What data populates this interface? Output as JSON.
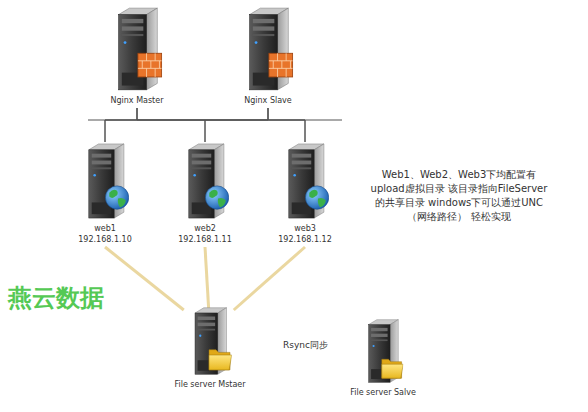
{
  "diagram": {
    "nodes": [
      {
        "text": [
          "Nginx Master"
        ]
      },
      {
        "text": [
          "Nginx Slave"
        ]
      },
      {
        "text": [
          "web1",
          "192.168.1.10"
        ]
      },
      {
        "text": [
          "web2",
          "192.168.1.11"
        ]
      },
      {
        "text": [
          "web3",
          "192.168.1.12"
        ]
      },
      {
        "text": [
          "File server Mstaer"
        ]
      },
      {
        "text": [
          "File server Salve"
        ]
      }
    ],
    "edges": [
      {
        "from": 0,
        "to": 2,
        "arrow": "none"
      },
      {
        "from": 0,
        "to": 3,
        "arrow": "none"
      },
      {
        "from": 0,
        "to": 4,
        "arrow": "none"
      },
      {
        "from": 1,
        "to": 2,
        "arrow": "none"
      },
      {
        "from": 1,
        "to": 3,
        "arrow": "none"
      },
      {
        "from": 1,
        "to": 4,
        "arrow": "none"
      },
      {
        "from": 2,
        "to": 5,
        "arrow": "none"
      },
      {
        "from": 3,
        "to": 5,
        "arrow": "none"
      },
      {
        "from": 4,
        "to": 5,
        "arrow": "none"
      }
    ],
    "labels": [
      "Web1、Web2、Web3下均配置有 upload虚拟目录 该目录指向FileServer的共享目录 windows下可以通过UNC（网络路径） 轻松实现",
      "Rsync同步",
      "燕云数据"
    ]
  }
}
